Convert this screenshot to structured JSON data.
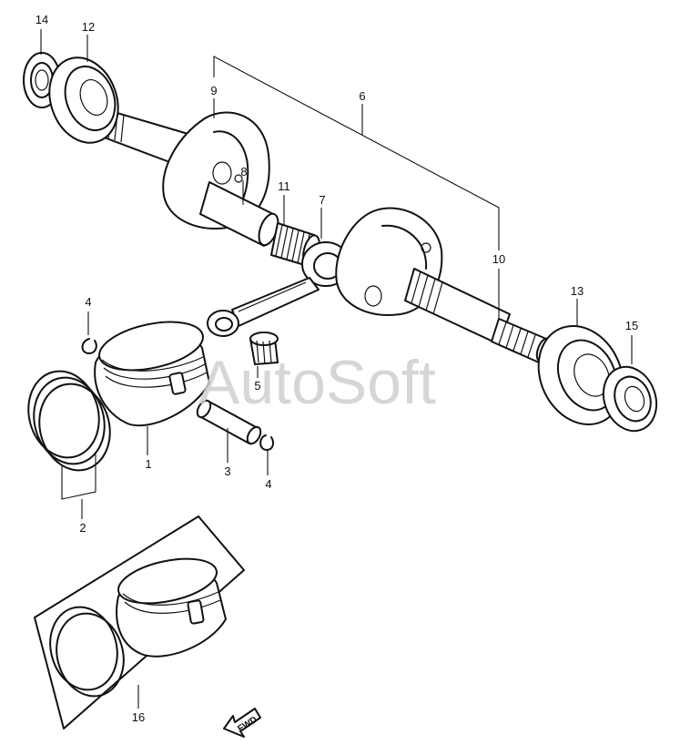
{
  "watermark": "AutoSoft",
  "fwd_label": "FWD",
  "callouts": {
    "c14": "14",
    "c12": "12",
    "c9": "9",
    "c6": "6",
    "c8": "8",
    "c11": "11",
    "c7": "7",
    "c10": "10",
    "c13": "13",
    "c15": "15",
    "c4a": "4",
    "c4b": "4",
    "c5": "5",
    "c1": "1",
    "c3": "3",
    "c2": "2",
    "c16": "16"
  }
}
